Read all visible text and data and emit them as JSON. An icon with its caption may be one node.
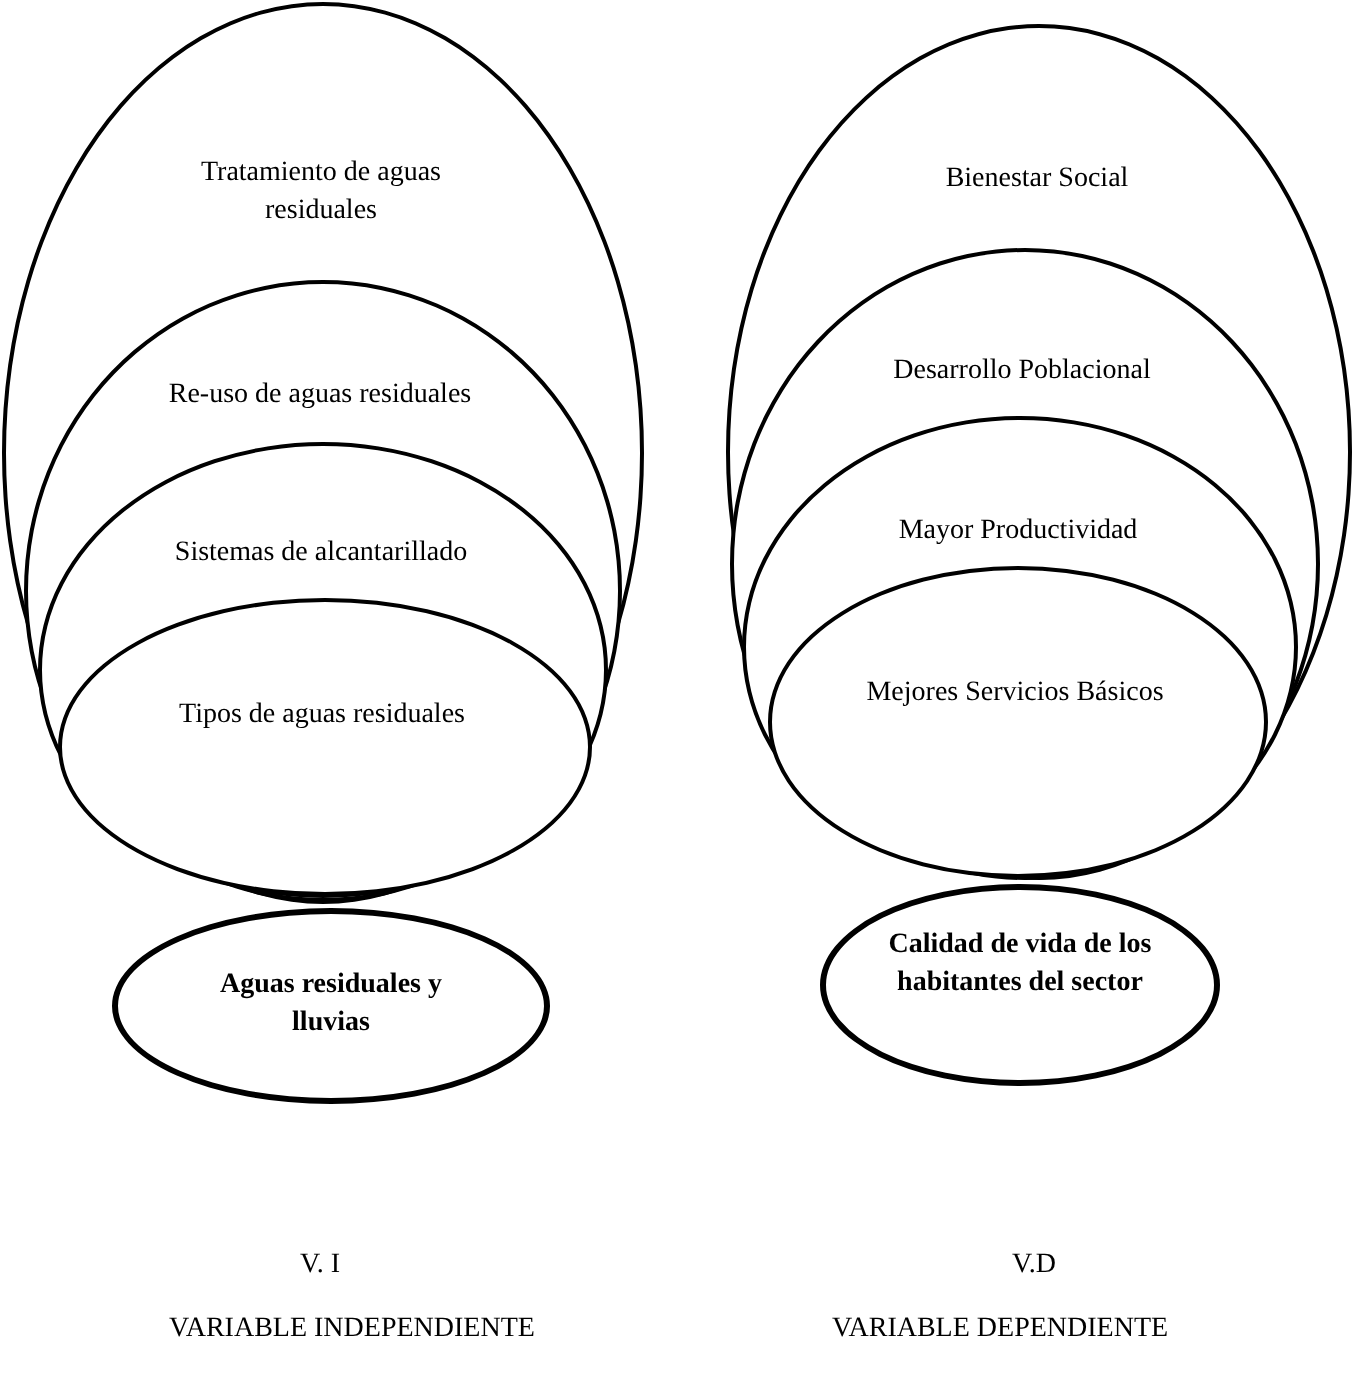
{
  "diagram": {
    "nodes": [
      {
        "text": [
          "Tratamiento de aguas residuales"
        ]
      },
      {
        "text": [
          "Re-uso de aguas residuales"
        ],
        "in": 0
      },
      {
        "text": [
          "Sistemas de alcantarillado"
        ],
        "in": 1
      },
      {
        "text": [
          "Tipos de aguas residuales"
        ],
        "in": 2
      },
      {
        "text": [
          "Aguas residuales y lluvias"
        ]
      },
      {
        "text": [
          "Bienestar Social"
        ]
      },
      {
        "text": [
          "Desarrollo Poblacional"
        ],
        "in": 5
      },
      {
        "text": [
          "Mayor Productividad"
        ],
        "in": 6
      },
      {
        "text": [
          "Mejores Servicios Básicos"
        ],
        "in": 7
      },
      {
        "text": [
          "Calidad de vida de los habitantes del sector"
        ]
      }
    ],
    "labels": [
      "V. I",
      "V.D",
      "VARIABLE INDEPENDIENTE",
      "VARIABLE DEPENDIENTE"
    ]
  }
}
